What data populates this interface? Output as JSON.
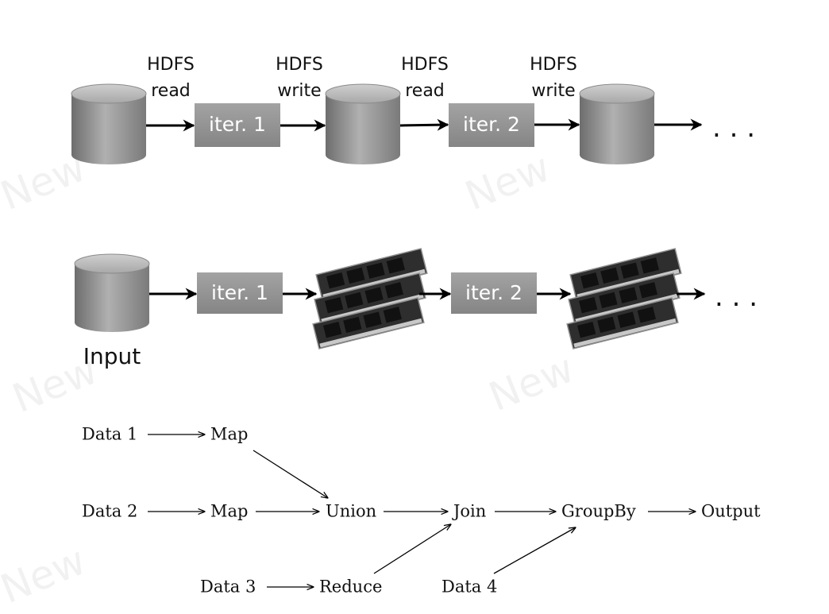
{
  "top_row": {
    "labels": [
      {
        "line1": "HDFS",
        "line2": "read"
      },
      {
        "line1": "HDFS",
        "line2": "write"
      },
      {
        "line1": "HDFS",
        "line2": "read"
      },
      {
        "line1": "HDFS",
        "line2": "write"
      }
    ],
    "steps": [
      "iter. 1",
      "iter. 2"
    ],
    "ellipsis": ". . ."
  },
  "middle_row": {
    "steps": [
      "iter. 1",
      "iter. 2"
    ],
    "input_label": "Input",
    "ellipsis": ". . ."
  },
  "dataflow": {
    "nodes": {
      "data1": "Data 1",
      "map1": "Map",
      "data2": "Data 2",
      "map2": "Map",
      "union": "Union",
      "join": "Join",
      "groupby": "GroupBy",
      "output": "Output",
      "data3": "Data 3",
      "reduce": "Reduce",
      "data4": "Data 4"
    }
  },
  "watermark": "New"
}
